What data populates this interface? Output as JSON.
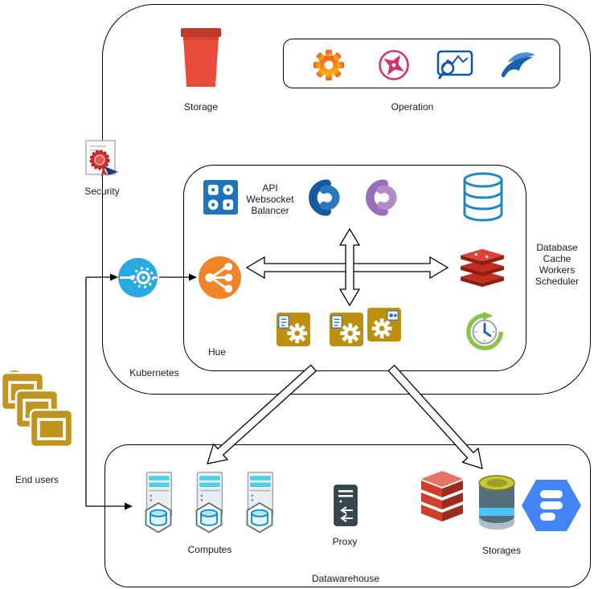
{
  "diagram": {
    "kubernetes": {
      "label": "Kubernetes"
    },
    "storage": {
      "label": "Storage"
    },
    "operation": {
      "label": "Operation"
    },
    "security": {
      "label": "Security"
    },
    "hue": {
      "label": "Hue",
      "api_label": "API\nWebsocket\nBalancer"
    },
    "services_label": "Database\nCache\nWorkers\nScheduler",
    "end_users": {
      "label": "End users"
    },
    "datawarehouse": {
      "label": "Datawarehouse",
      "computes_label": "Computes",
      "proxy_label": "Proxy",
      "storages_label": "Storages"
    }
  },
  "icons": {
    "storage": "bucket-icon",
    "operation": [
      "grafana-icon",
      "compass-icon",
      "metrics-chart-icon",
      "bird-icon"
    ],
    "security": "certificate-seal-icon",
    "hue_cluster": [
      "apps-grid-icon",
      "hue-logo-blue-icon",
      "hue-logo-purple-icon",
      "database-cylinder-icon",
      "load-balancer-icon",
      "redis-icon",
      "worker-gear-icon",
      "scheduler-clock-icon"
    ],
    "gateway": "service-gear-icon",
    "end_users": "user-windows-icon",
    "datawarehouse": [
      "compute-server-icon",
      "proxy-server-icon",
      "s3-bucket-icon",
      "storage-cylinder-icon",
      "gcp-hexagon-icon"
    ]
  },
  "colors": {
    "bucket_red": "#e74c3c",
    "orange": "#f18426",
    "service_blue": "#29abe2",
    "gold": "#bf9520",
    "redis_red": "#c02e21",
    "gcp_blue": "#4285f4",
    "hue_blue": "#15599f",
    "hue_purple": "#9a6db8"
  }
}
